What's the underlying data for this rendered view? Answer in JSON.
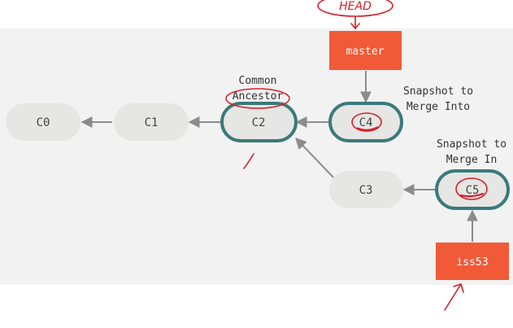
{
  "commits": {
    "c0": "C0",
    "c1": "C1",
    "c2": "C2",
    "c3": "C3",
    "c4": "C4",
    "c5": "C5"
  },
  "branches": {
    "master": "master",
    "iss53": "iss53"
  },
  "labels": {
    "common_line1": "Common",
    "common_line2": "Ancestor",
    "into_line1": "Snapshot to",
    "into_line2": "Merge Into",
    "in_line1": "Snapshot to",
    "in_line2": "Merge In"
  },
  "annotation": {
    "head": "HEAD"
  },
  "colors": {
    "background": "#f2f2f2",
    "node_fill": "#e6e6e4",
    "highlight_border": "#3a7a7a",
    "branch_fill": "#f15a36",
    "arrow": "#8c8c8c",
    "ink": "#d8202a"
  }
}
